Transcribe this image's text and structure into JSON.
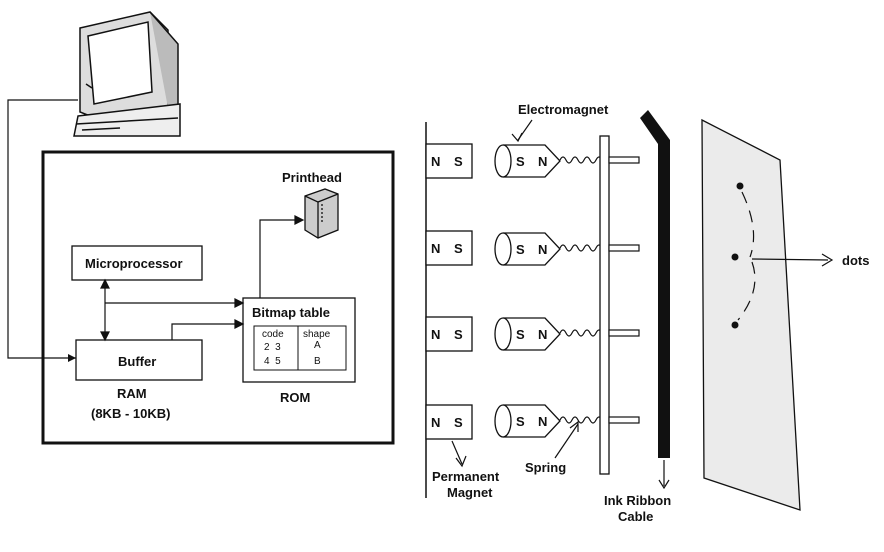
{
  "block_diagram": {
    "printhead": "Printhead",
    "microprocessor": "Microprocessor",
    "buffer": "Buffer",
    "ram": "RAM",
    "ram_size": "(8KB - 10KB)",
    "bitmap_table": "Bitmap table",
    "rom": "ROM",
    "table_headers": [
      "code",
      "shape"
    ],
    "table_rows": [
      {
        "code": "2  3",
        "shape": "A"
      },
      {
        "code": "4  5",
        "shape": "B"
      }
    ]
  },
  "mechanism": {
    "electromagnet": "Electromagnet",
    "magnet_poles": [
      "N",
      "S"
    ],
    "coil_poles": [
      "S",
      "N"
    ],
    "permanent_magnet": [
      "Permanent",
      "Magnet"
    ],
    "spring": "Spring",
    "ink_ribbon": [
      "Ink Ribbon",
      "Cable"
    ],
    "dots": "dots"
  }
}
